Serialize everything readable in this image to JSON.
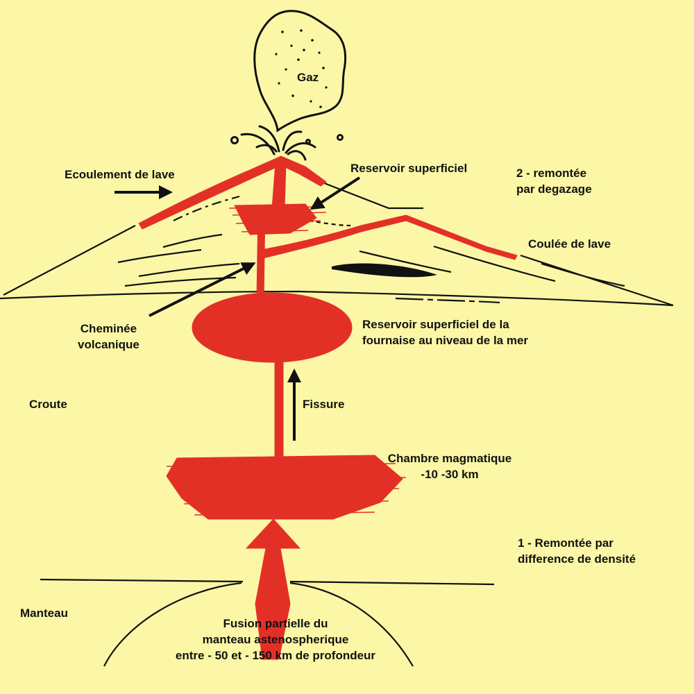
{
  "colors": {
    "background": "#fbf7a6",
    "magma": "#e33027",
    "ink": "#111111"
  },
  "labels": {
    "gas": "Gaz",
    "lava_flow_top": "Ecoulement de lave",
    "shallow_reservoir": "Reservoir superficiel",
    "degassing": [
      "2 - remontée",
      "par degazage"
    ],
    "lava_flow_side": "Coulée de lave",
    "conduit": [
      "Cheminée",
      "volcanique"
    ],
    "sea_level_reservoir": [
      "Reservoir superficiel de la",
      "fournaise au niveau de la mer"
    ],
    "crust": "Croute",
    "fissure": "Fissure",
    "magma_chamber": [
      "Chambre magmatique",
      "-10 -30 km"
    ],
    "density_rise": [
      "1 - Remontée par",
      "difference de densité"
    ],
    "mantle": "Manteau",
    "partial_melting": [
      "Fusion partielle du",
      "manteau astenospherique",
      "entre - 50 et - 150 km de profondeur"
    ]
  },
  "icons": [
    "gas-plume-icon",
    "eruption-spray-icon",
    "arrow-right-icon",
    "arrow-up-icon"
  ]
}
